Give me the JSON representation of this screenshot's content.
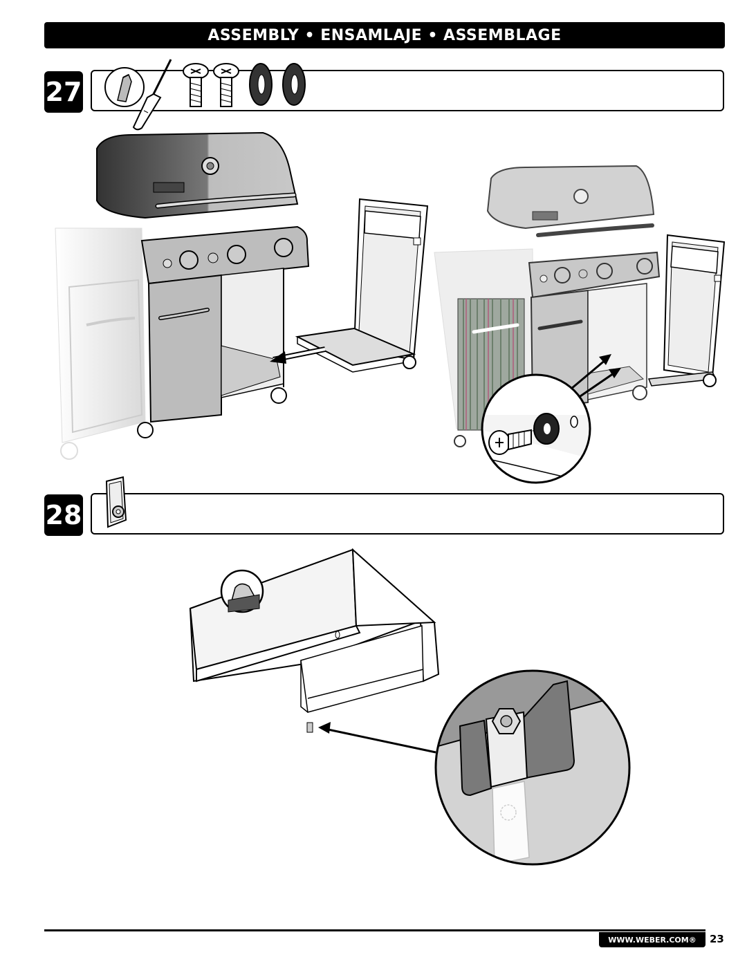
{
  "header": {
    "title": "ASSEMBLY • ENSAMLAJE • ASSEMBLAGE"
  },
  "steps": [
    {
      "number": "27",
      "parts": [
        "screwdriver-icon",
        "bolt-icon",
        "bolt-icon",
        "washer-icon",
        "washer-icon"
      ]
    },
    {
      "number": "28",
      "parts": [
        "door-catch-clip-icon"
      ]
    }
  ],
  "footer": {
    "url": "WWW.WEBER.COM®",
    "page": "23"
  },
  "colors": {
    "ink": "#000000",
    "grill_body": "#b3b3b3",
    "grill_dark": "#4a4a4a",
    "panel_light": "#e6e6e6",
    "zoom_gray": "#9a9a9a"
  }
}
